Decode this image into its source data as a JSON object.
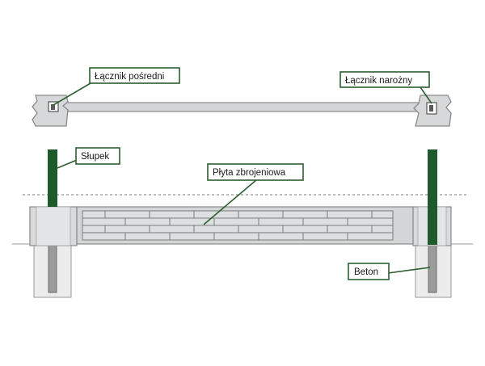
{
  "labels": {
    "intermediate_connector": "Łącznik pośredni",
    "corner_connector": "Łącznik narożny",
    "post": "Słupek",
    "reinforced_panel": "Płyta zbrojeniowa",
    "concrete": "Beton"
  },
  "colors": {
    "label_border": "#2d5e2f",
    "leader_line": "#2d5e2f",
    "post_green": "#1f5a2c",
    "concrete_grey": "#d9d9d9",
    "panel_grey": "#cfd1d2",
    "outline": "#8a8a8a"
  }
}
